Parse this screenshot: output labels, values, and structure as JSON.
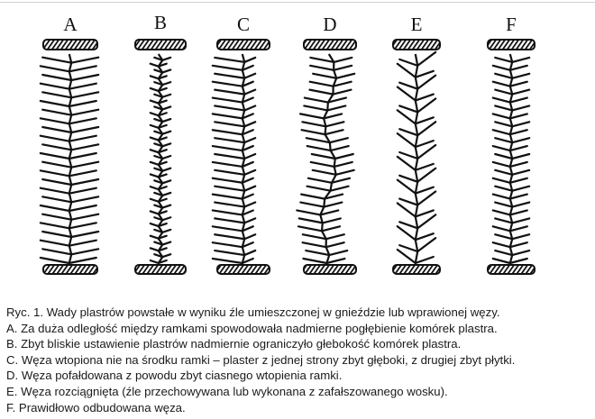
{
  "figure": {
    "panels": [
      {
        "label": "A"
      },
      {
        "label": "B"
      },
      {
        "label": "C"
      },
      {
        "label": "D"
      },
      {
        "label": "E"
      },
      {
        "label": "F"
      }
    ]
  },
  "caption": {
    "title": "Ryc. 1. Wady plastrów powstałe w wyniku źle umieszczonej w gnieździe lub wprawionej węzy.",
    "items": [
      "A. Za duża odległość między ramkami spowodowała nadmierne pogłębienie komórek plastra.",
      "B. Zbyt bliskie ustawienie plastrów nadmiernie ograniczyło głebokość komórek plastra.",
      "C. Węza wtopiona nie na środku ramki – plaster z jednej strony zbyt głęboki, z drugiej zbyt płytki.",
      "D. Węza pofałdowana z powodu zbyt ciasnego wtopienia ramki.",
      "E. Węza rozciągnięta (źle przechowywana lub wykonana z zafałszowanego wosku).",
      "F. Prawidłowo odbudowana węza."
    ]
  }
}
